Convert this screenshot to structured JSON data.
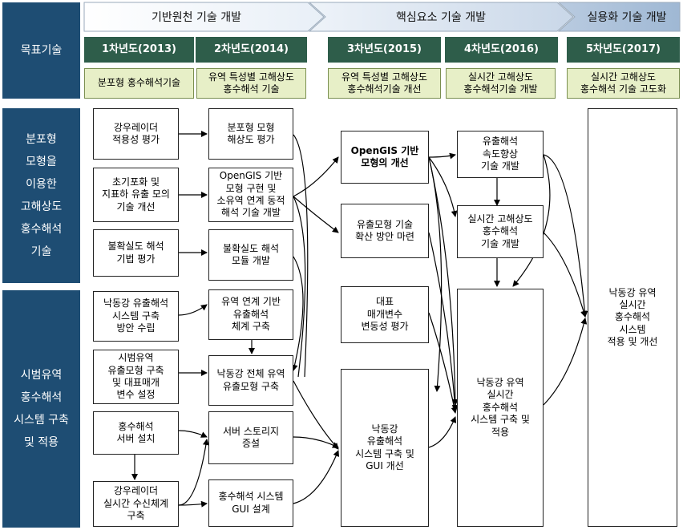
{
  "header": {
    "target_label": "목표기술",
    "phases": [
      "기반원천 기술 개발",
      "핵심요소 기술 개발",
      "실용화 기술 개발"
    ],
    "years": [
      "1차년도(2013)",
      "2차년도(2014)",
      "3차년도(2015)",
      "4차년도(2016)",
      "5차년도(2017)"
    ],
    "goals": [
      "분포형 홍수해석기술",
      "유역 특성별 고해상도\n홍수해석 기술",
      "유역 특성별 고해상도\n홍수해석기술 개선",
      "실시간 고해상도\n홍수해석기술 개발",
      "실시간 고해상도\n홍수해석 기술 고도화"
    ]
  },
  "sections": {
    "top": "분포형\n모형을\n이용한\n고해상도\n홍수해석\n기술",
    "bottom": "시범유역\n홍수해석\n시스템 구축\n및 적용"
  },
  "boxes": {
    "a1": "강우레이더\n적용성 평가",
    "a2": "초기포화 및\n지표하 유출 모의\n기술 개선",
    "a3": "불확실도 해석\n기법 평가",
    "a4": "낙동강 유출해석\n시스템 구축\n방안 수립",
    "a5": "시범유역\n유출모형 구축\n및 대표매개\n변수 설정",
    "a6": "홍수해석\n서버 설치",
    "a7": "강우레이더\n실시간 수신체계\n구축",
    "b1": "분포형 모형\n해상도 평가",
    "b2": "OpenGIS 기반\n모형 구현 및\n소유역 연계 동적\n해석 기술 개발",
    "b3": "불확실도 해석\n모듈 개발",
    "b4": "유역 연계 기반\n유출해석\n체계 구축",
    "b5": "낙동강 전체 유역\n유출모형 구축",
    "b6": "서버 스토리지\n증설",
    "b7": "홍수해석 시스템\nGUI 설계",
    "c1": "OpenGIS 기반\n모형의 개선",
    "c2": "유출모형 기술\n확산 방안 마련",
    "c3": "대표\n매개변수\n변동성 평가",
    "c4": "낙동강\n유출해석\n시스템 구축 및\nGUI 개선",
    "d1": "유출해석\n속도향상\n기술 개발",
    "d2": "실시간 고해상도\n홍수해석\n기술 개발",
    "d3": "낙동강 유역\n실시간\n홍수해석\n시스템 구축 및\n적용",
    "e1": "낙동강 유역\n실시간\n홍수해석\n시스템\n적용 및 개선"
  }
}
